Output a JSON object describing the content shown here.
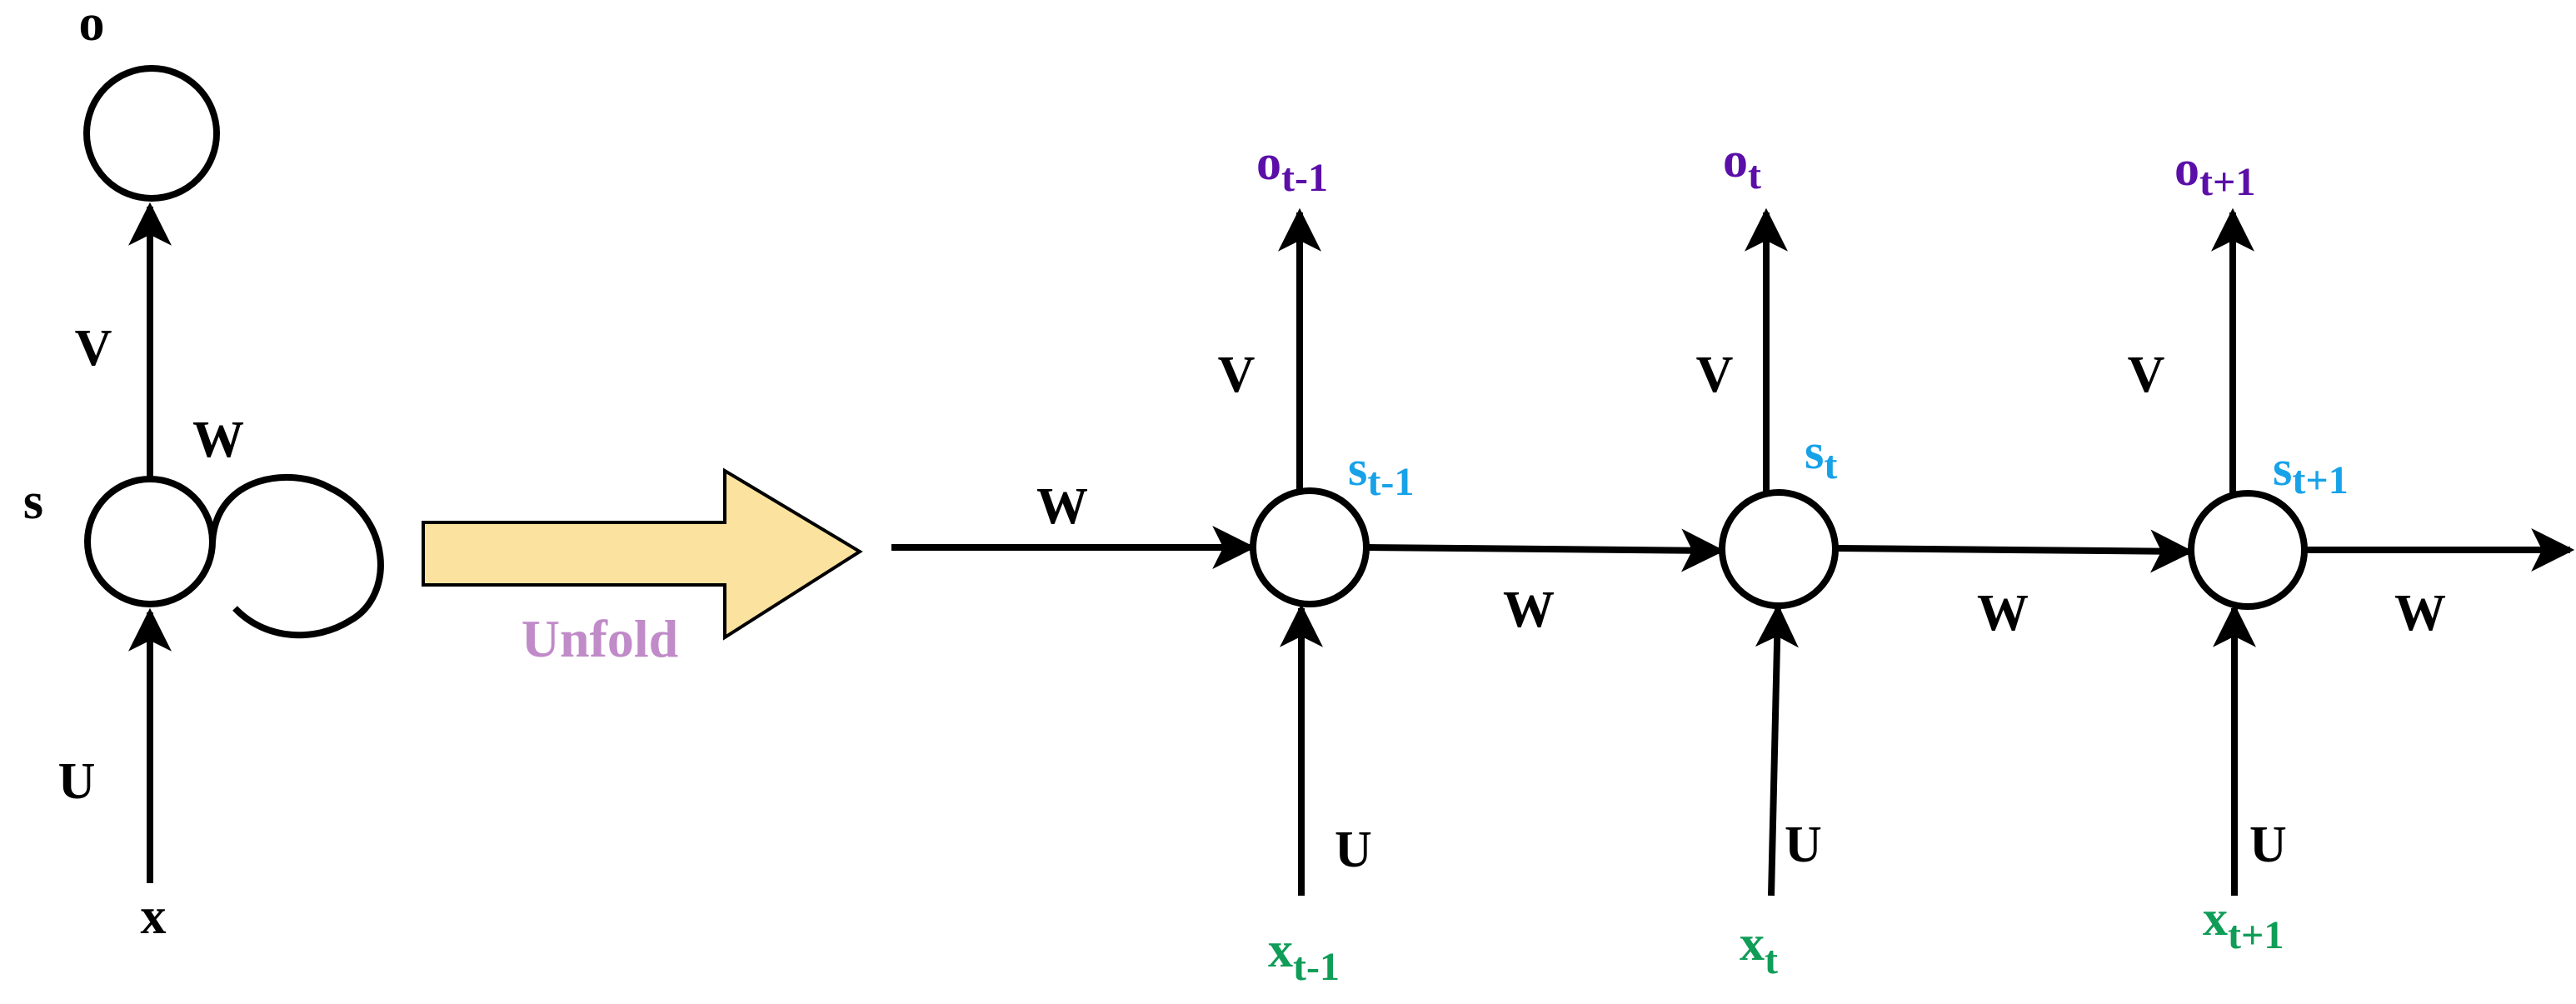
{
  "colors": {
    "line": "#000000",
    "output": "#5B0FA8",
    "hidden": "#17A2E8",
    "input": "#0F9D58",
    "unfold_text": "#C08BC8",
    "arrow_fill": "#FBE29E"
  },
  "folded": {
    "output_label": "o",
    "hidden_label": "s",
    "input_label": "x",
    "weight_v": "V",
    "weight_w": "W",
    "weight_u": "U"
  },
  "unfold": {
    "label": "Unfold"
  },
  "unfolded": {
    "incoming_w": "W",
    "steps": [
      {
        "output": {
          "base": "o",
          "sub": "t-1"
        },
        "hidden": {
          "base": "s",
          "sub": "t-1"
        },
        "input": {
          "base": "x",
          "sub": "t-1"
        },
        "v": "V",
        "u": "U",
        "w": "W"
      },
      {
        "output": {
          "base": "o",
          "sub": "t"
        },
        "hidden": {
          "base": "s",
          "sub": "t"
        },
        "input": {
          "base": "x",
          "sub": "t"
        },
        "v": "V",
        "u": "U",
        "w": "W"
      },
      {
        "output": {
          "base": "o",
          "sub": "t+1"
        },
        "hidden": {
          "base": "s",
          "sub": "t+1"
        },
        "input": {
          "base": "x",
          "sub": "t+1"
        },
        "v": "V",
        "u": "U",
        "w": "W"
      }
    ]
  }
}
